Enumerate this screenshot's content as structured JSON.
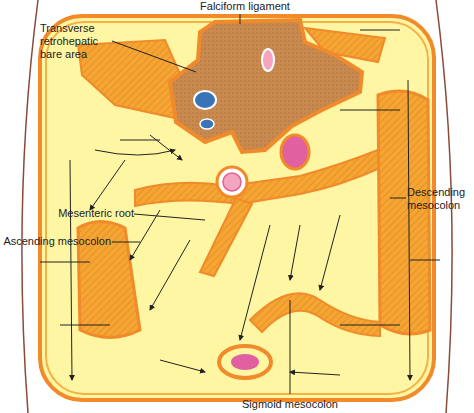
{
  "diagram": {
    "labels": [
      "Falciform ligament",
      "Transverse retrohepatic bare area",
      "Mesenteric root",
      "Ascending mesocolon",
      "Descending mesocolon",
      "Sigmoid mesocolon"
    ]
  }
}
